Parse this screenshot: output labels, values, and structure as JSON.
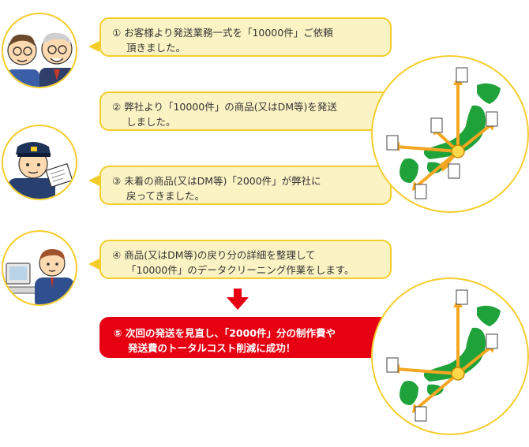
{
  "steps": [
    {
      "number": "①",
      "line1": "お客様より発送業務一式を「10000件」ご依頼",
      "line2": "頂きました。"
    },
    {
      "number": "②",
      "line1": "弊社より「10000件」の商品(又はDM等)を発送",
      "line2": "しました。"
    },
    {
      "number": "③",
      "line1": "未着の商品(又はDM等)「2000件」が弊社に",
      "line2": "戻ってきました。"
    },
    {
      "number": "④",
      "line1": "商品(又はDM等)の戻り分の詳細を整理して",
      "line2": "「10000件」のデータクリーニング作業をします。"
    }
  ],
  "result": {
    "number": "⑤",
    "line1": "次回の発送を見直し、「2000件」分の制作費や",
    "line2": "発送費のトータルコスト削減に成功！"
  },
  "icons": {
    "people": [
      "clients-illustration",
      "postman-illustration",
      "operator-illustration"
    ],
    "maps": [
      "japan-map-delivery",
      "japan-map-delivery"
    ]
  },
  "colors": {
    "bubble_fill": "#fcf3c4",
    "bubble_border": "#f4cd2a",
    "result_fill": "#e60012",
    "map_green": "#1fa23a",
    "route_orange": "#f5a623"
  }
}
